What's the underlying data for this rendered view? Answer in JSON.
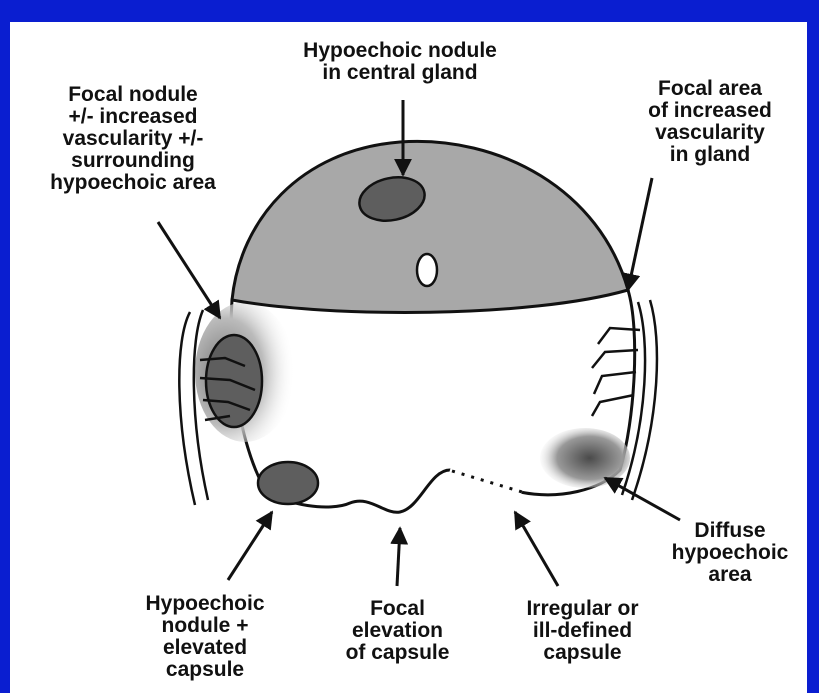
{
  "labels": {
    "central_nodule": "Hypoechoic nodule\nin central gland",
    "focal_nodule": "Focal nodule\n+/- increased\nvascularity +/-\nsurrounding\nhypoechoic area",
    "focal_vascularity": "Focal area\nof increased\nvascularity\nin gland",
    "diffuse_area": "Diffuse\nhypoechoic\narea",
    "nodule_elevated": "Hypoechoic\nnodule +\nelevated\ncapsule",
    "focal_elevation": "Focal\nelevation\nof capsule",
    "irregular_capsule": "Irregular or\nill-defined\ncapsule"
  },
  "colors": {
    "background": "#0a1ed0",
    "panel": "#ffffff",
    "central_gland": "#a8a8a8",
    "nodule": "#5e5e5e",
    "outline": "#111111"
  }
}
